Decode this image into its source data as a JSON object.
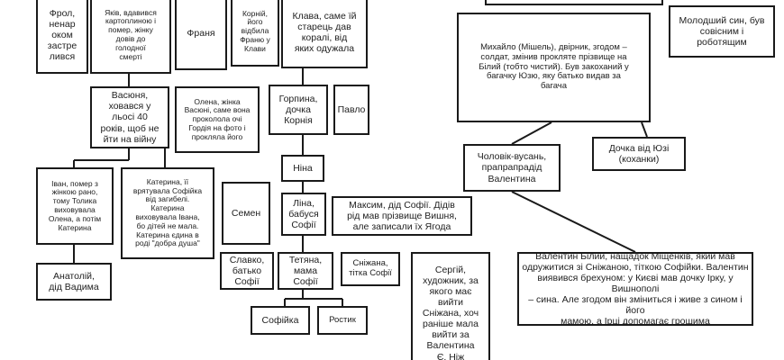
{
  "nodes": {
    "frol": "Фрол,\nненар\nоком\nзастре\nлився",
    "yakiv": "Яків, вдавився\nкартоплиною і\nпомер, жінку\nдовів до\nголодної\nсмерті",
    "franya": "Франя",
    "korniy": "Корній,\nйого\nвідбила\nФраню у\nКлави",
    "klava": "Клава, саме їй\nстарець дав\nкоралі, від\nяких одужала",
    "mykhailo": "Михайло (Мішель), двірник, згодом –\nсолдат, змінив прокляте прізвище на\nБілий (тобто чистий). Був закоханий у\nбагачку Юзю, яку батько видав за\nбагача",
    "younger_son": "Молодший син, був\nсовісним і\nроботящим",
    "vasyunya": "Васюня,\nховався у\nльосі 40\nроків, щоб не\nйти на війну",
    "olena": "Олена, жінка\nВасюні, саме вона\nпроколола очі\nГордія на фото і\nпрокляла його",
    "horpyna": "Горпина,\nдочка\nКорнія",
    "pavlo": "Павло",
    "husband_mustache": "Чоловік-вусань,\nпрапрапрадід\nВалентина",
    "daughter_yuzya": "Дочка від Юзі\n(коханки)",
    "ivan": "Іван, помер з\nжінкою рано,\nтому Толика\nвиховувала\nОлена, а потім\nКатерина",
    "kateryna": "Катерина, її\nврятувала Софійка\nвід загибелі.\nКатерина\nвиховувала Івана,\nбо дітей не мала.\nКатерина єдина в\nроді \"добра душа\"",
    "semen": "Семен",
    "nina": "Ніна",
    "lina": "Ліна,\nбабуся\nСофії",
    "maksym": "Максим, дід Софії. Дідів\nрід мав прізвище Вишня,\nале записали їх Ягода",
    "anatoliy": "Анатолій,\nдід Вадима",
    "slavko": "Славко,\nбатько\nСофії",
    "tetyana": "Тетяна,\nмама\nСофії",
    "snizhana": "Сніжана,\nтітка Софії",
    "serhiy": "Сергій,\nхудожник, за\nякого має\nвийти\nСніжана, хоч\nраніше мала\nвийти за\nВалентина\nЄ. Ніж",
    "valentyn": "Валентин Білий, нащадок Міщенків, який мав\nодружитися зі Сніжаною, тіткою Софійки. Валентин\nвиявився брехуном: у Києві мав дочку Ірку, у Вишнополі\n– сина. Але згодом він зміниться і живе з сином і його\nмамою, а Ірці допомагає грошима",
    "sofiyka": "Софійка",
    "rostyk": "Ростик"
  }
}
